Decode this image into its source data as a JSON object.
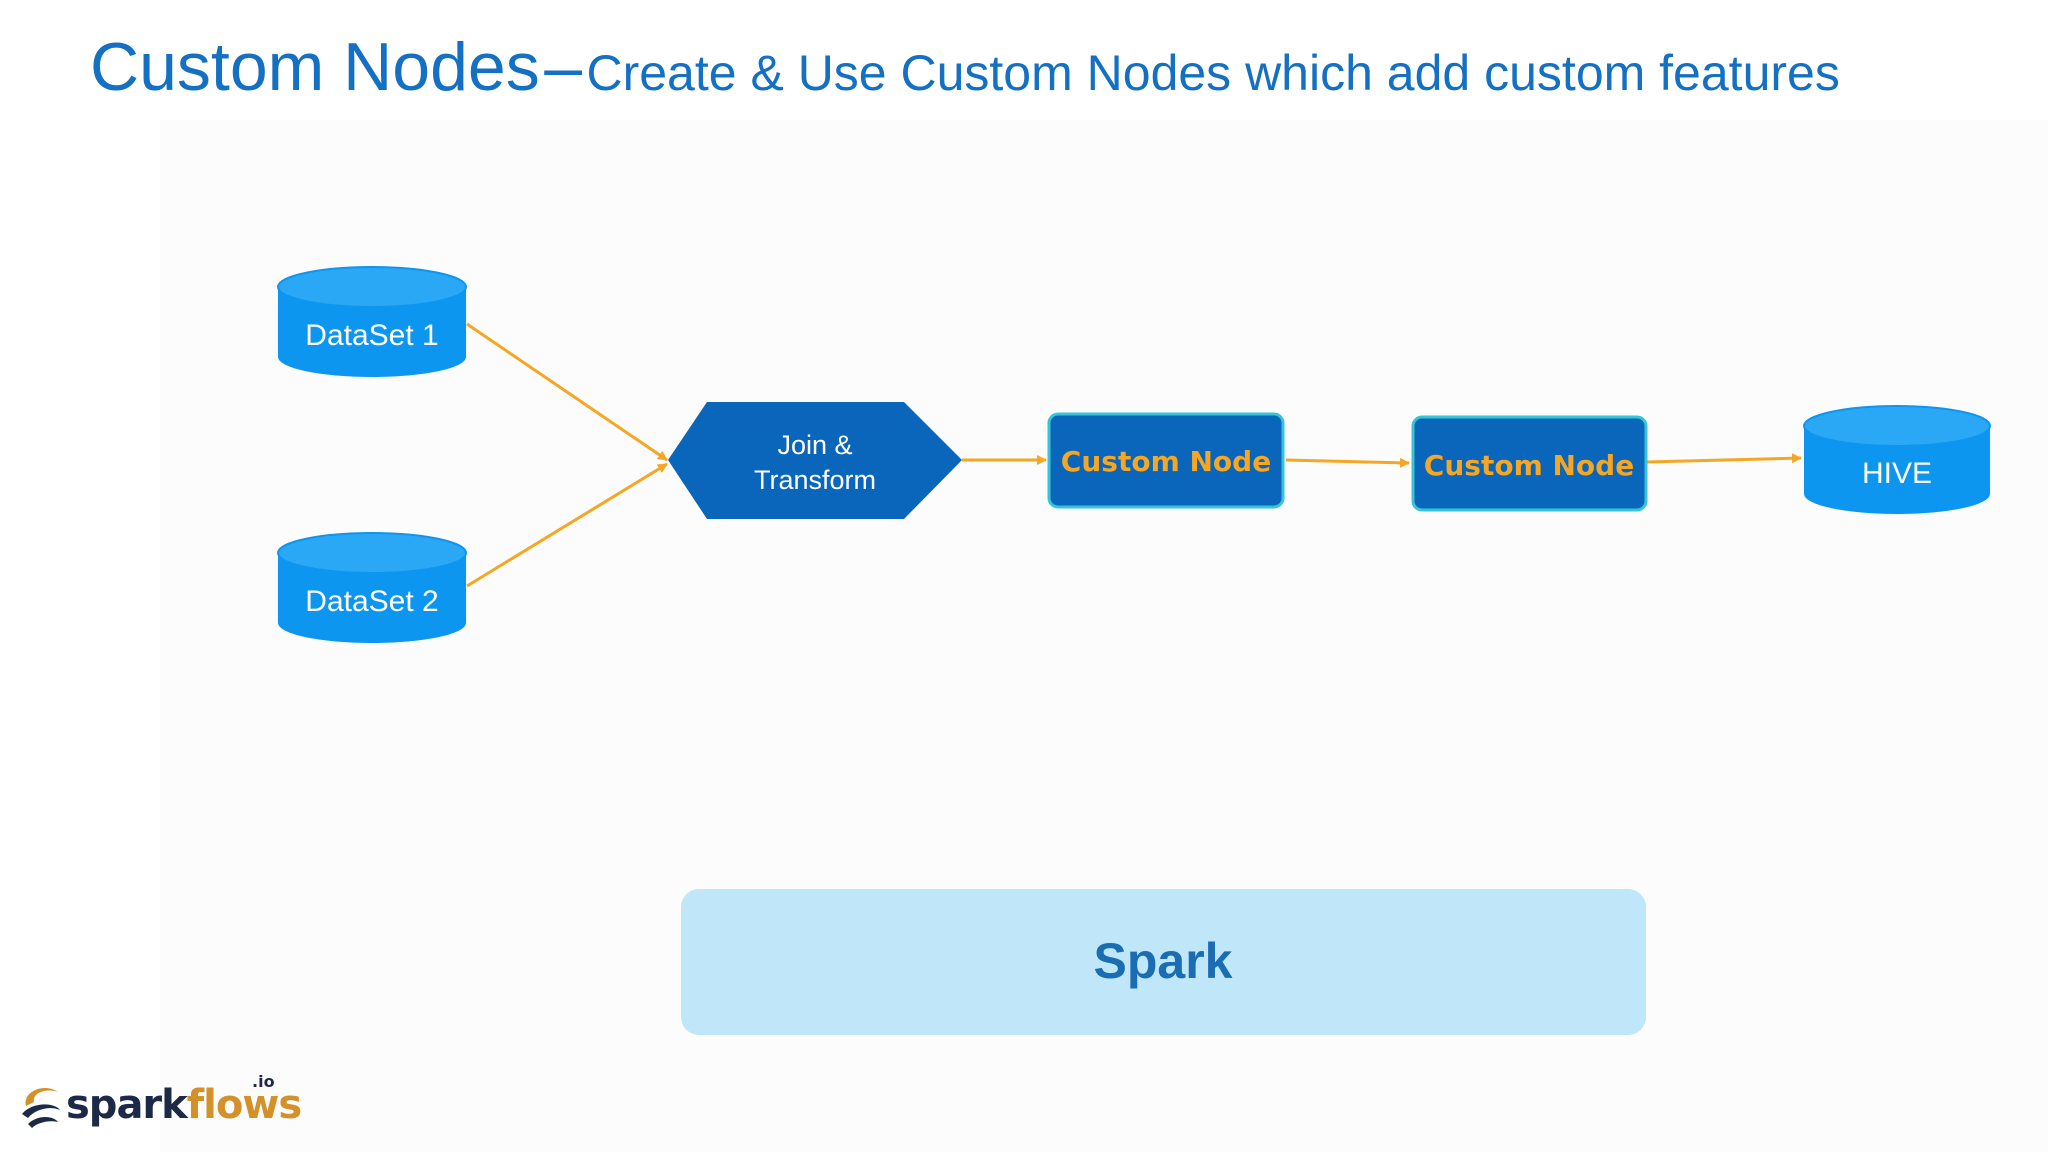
{
  "title": {
    "main": "Custom Nodes",
    "dash": "–",
    "subtitle": "Create & Use Custom Nodes which add custom features"
  },
  "nodes": {
    "dataset1": "DataSet 1",
    "dataset2": "DataSet 2",
    "join_line1": "Join &",
    "join_line2": "Transform",
    "custom1": "Custom Node",
    "custom2": "Custom Node",
    "hive": "HIVE"
  },
  "platform": {
    "label": "Spark"
  },
  "logo": {
    "main": "spark",
    "accent": "flows",
    "suffix": ".io"
  },
  "colors": {
    "title": "#1470c2",
    "dataset_fill": "#0d96ef",
    "dataset_top": "#2aa8f6",
    "process_fill": "#0a66bb",
    "custom_border": "#35c4d8",
    "custom_text": "#f5a623",
    "arrow": "#f5a623",
    "spark_fill": "#bfe6f9",
    "spark_text": "#1a6db3"
  }
}
